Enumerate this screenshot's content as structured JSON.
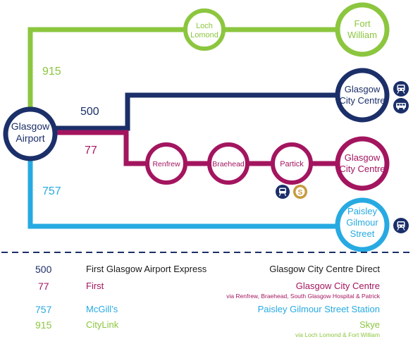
{
  "colors": {
    "green": "#8CC63F",
    "navy": "#1B2F69",
    "magenta": "#A3155F",
    "cyan": "#27AAE1",
    "gold": "#C69A3E",
    "divider": "#1B2F69"
  },
  "icons": {
    "train": "train-icon",
    "bus": "bus-icon",
    "subway": "subway-icon"
  },
  "nodes": {
    "airport": [
      "Glasgow",
      "Airport"
    ],
    "loch_lomond": [
      "Loch",
      "Lomond"
    ],
    "fort_william": [
      "Fort",
      "William"
    ],
    "glasgow_cc_500": [
      "Glasgow",
      "City Centre"
    ],
    "renfrew": [
      "Renfrew"
    ],
    "braehead": [
      "Braehead"
    ],
    "partick": [
      "Partick"
    ],
    "glasgow_cc_77": [
      "Glasgow",
      "City Centre"
    ],
    "paisley": [
      "Paisley",
      "Gilmour",
      "Street"
    ]
  },
  "routes": {
    "r915": "915",
    "r500": "500",
    "r77": "77",
    "r757": "757"
  },
  "legend": [
    {
      "number": "500",
      "operator": "First Glasgow Airport Express",
      "destination": "Glasgow City Centre Direct",
      "via": ""
    },
    {
      "number": "77",
      "operator": "First",
      "destination": "Glasgow City Centre",
      "via": "via Renfrew, Braehead, South Glasgow Hospital & Patrick"
    },
    {
      "number": "757",
      "operator": "McGill’s",
      "destination": "Paisley Gilmour Street Station",
      "via": ""
    },
    {
      "number": "915",
      "operator": "CityLink",
      "destination": "Skye",
      "via": "via Loch Lomond & Fort William"
    }
  ]
}
